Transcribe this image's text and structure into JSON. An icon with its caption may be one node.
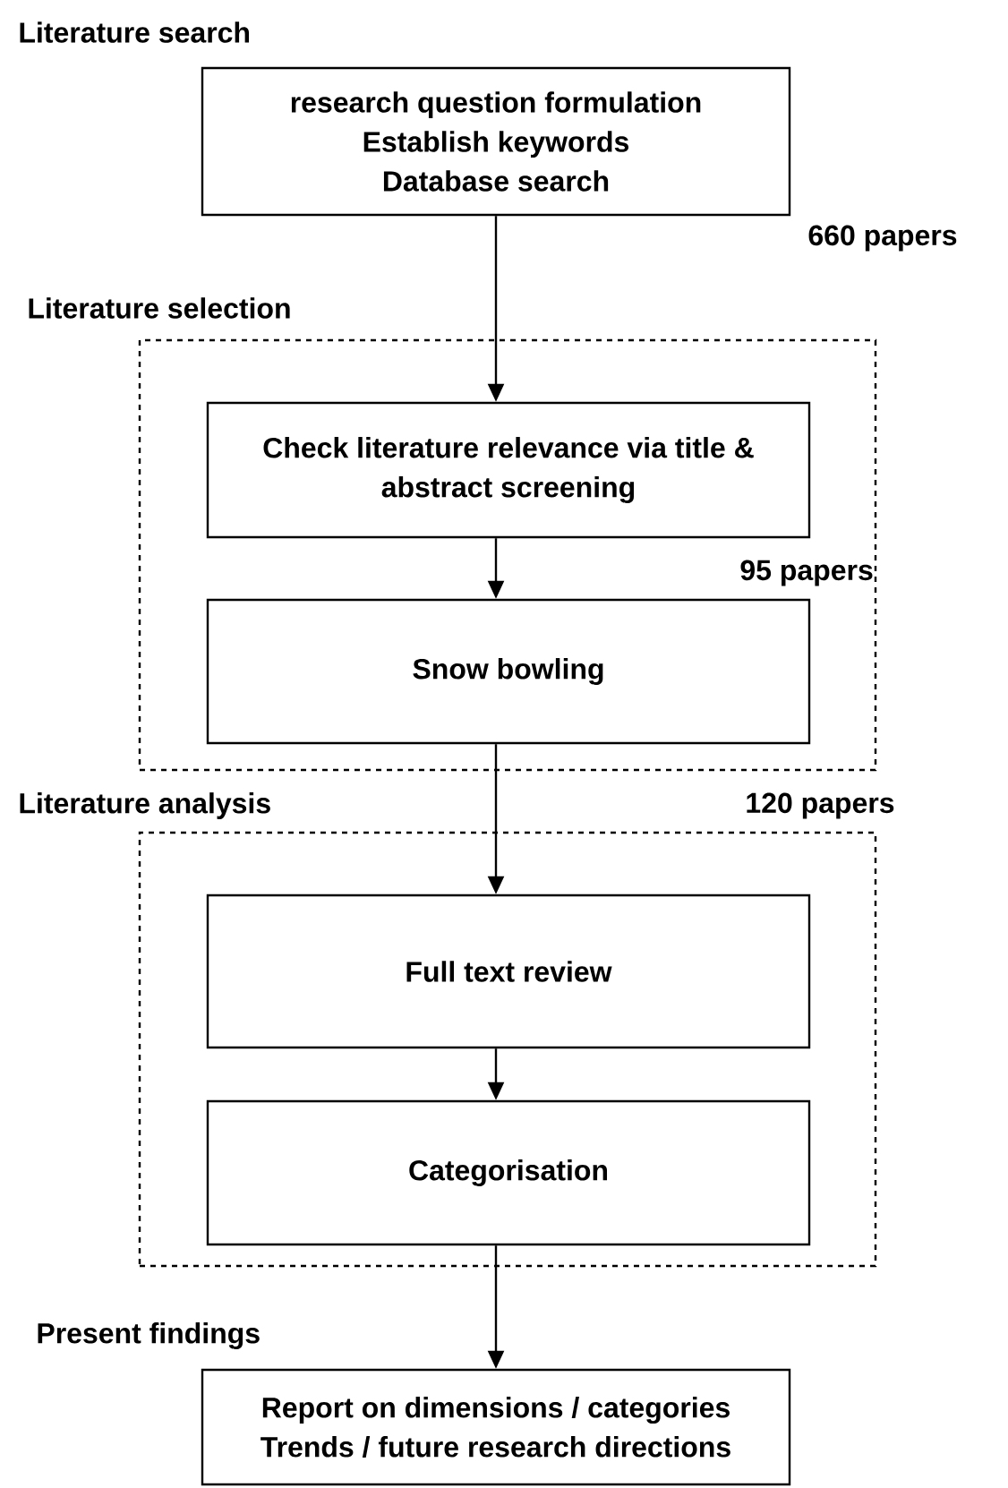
{
  "diagram": {
    "nodes": [
      {
        "text": [
          "Literature search",
          "research question formulation",
          "Establish keywords",
          "Database search"
        ]
      },
      {
        "text": [
          "Literature selection"
        ]
      },
      {
        "text": [
          "Check literature relevance via title & abstract screening"
        ],
        "in": 1
      },
      {
        "text": [
          "Snow bowling"
        ],
        "in": 1
      },
      {
        "text": [
          "Literature analysis"
        ]
      },
      {
        "text": [
          "Full text review"
        ],
        "in": 4
      },
      {
        "text": [
          "Categorisation"
        ],
        "in": 4
      },
      {
        "text": [
          "Present findings",
          "Report on dimensions / categories",
          "Trends / future research directions"
        ]
      }
    ],
    "edges": [
      {
        "from": 0,
        "to": 2,
        "arrow": "to"
      },
      {
        "from": 2,
        "to": 3,
        "arrow": "to"
      },
      {
        "from": 3,
        "to": 5,
        "arrow": "to"
      },
      {
        "from": 5,
        "to": 6,
        "arrow": "to"
      },
      {
        "from": 6,
        "to": 7,
        "arrow": "to"
      }
    ],
    "labels": [
      "660 papers",
      "95 papers",
      "120 papers"
    ]
  }
}
